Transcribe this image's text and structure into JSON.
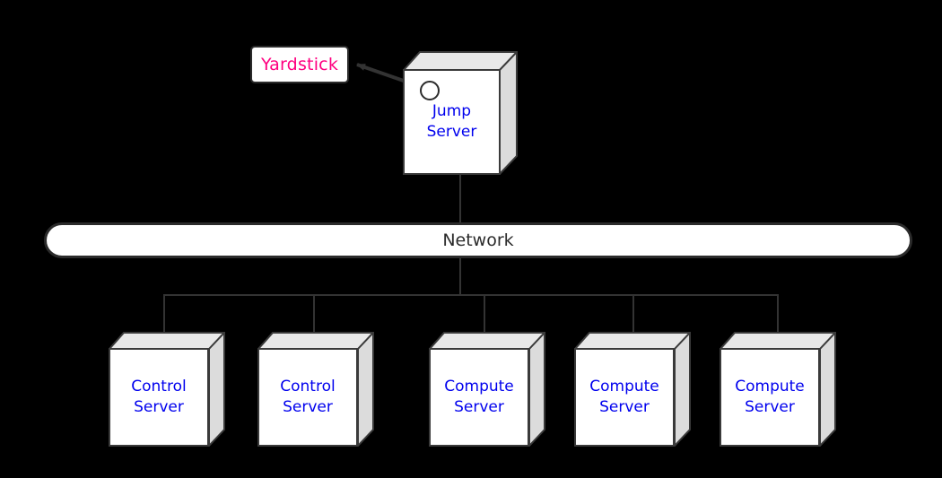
{
  "diagram": {
    "title_text": "Yardstick",
    "background_color": "#000000",
    "nodes": {
      "yardstick": {
        "label": "Yardstick",
        "text_color": "#ff0080",
        "fill_color": "#ffffff",
        "shape": "rounded-rectangle"
      },
      "jump_server": {
        "label": "Jump\nServer",
        "text_color": "#0000ee",
        "fill_color": "#ffffff",
        "shape": "3d-box",
        "port_icon": "circle-port-icon"
      },
      "network": {
        "label": "Network",
        "text_color": "#2b2b2b",
        "fill_color": "#ffffff",
        "shape": "pill"
      }
    },
    "servers": [
      {
        "label": "Control\nServer",
        "role": "control",
        "text_color": "#0000ee"
      },
      {
        "label": "Control\nServer",
        "role": "control",
        "text_color": "#0000ee"
      },
      {
        "label": "Compute\nServer",
        "role": "compute",
        "text_color": "#0000ee"
      },
      {
        "label": "Compute\nServer",
        "role": "compute",
        "text_color": "#0000ee"
      },
      {
        "label": "Compute\nServer",
        "role": "compute",
        "text_color": "#0000ee"
      }
    ],
    "edges": [
      {
        "from": "jump_server",
        "to": "yardstick",
        "style": "arrow"
      },
      {
        "from": "jump_server",
        "to": "network",
        "style": "line"
      },
      {
        "from": "network",
        "to": "server_bus",
        "style": "line"
      }
    ],
    "colors": {
      "line": "#333333",
      "box_border": "#3a3a3a",
      "box_top": "#e8e8e8",
      "box_side": "#dcdcdc",
      "accent_pink": "#ff0080",
      "accent_blue": "#0000ee"
    }
  }
}
